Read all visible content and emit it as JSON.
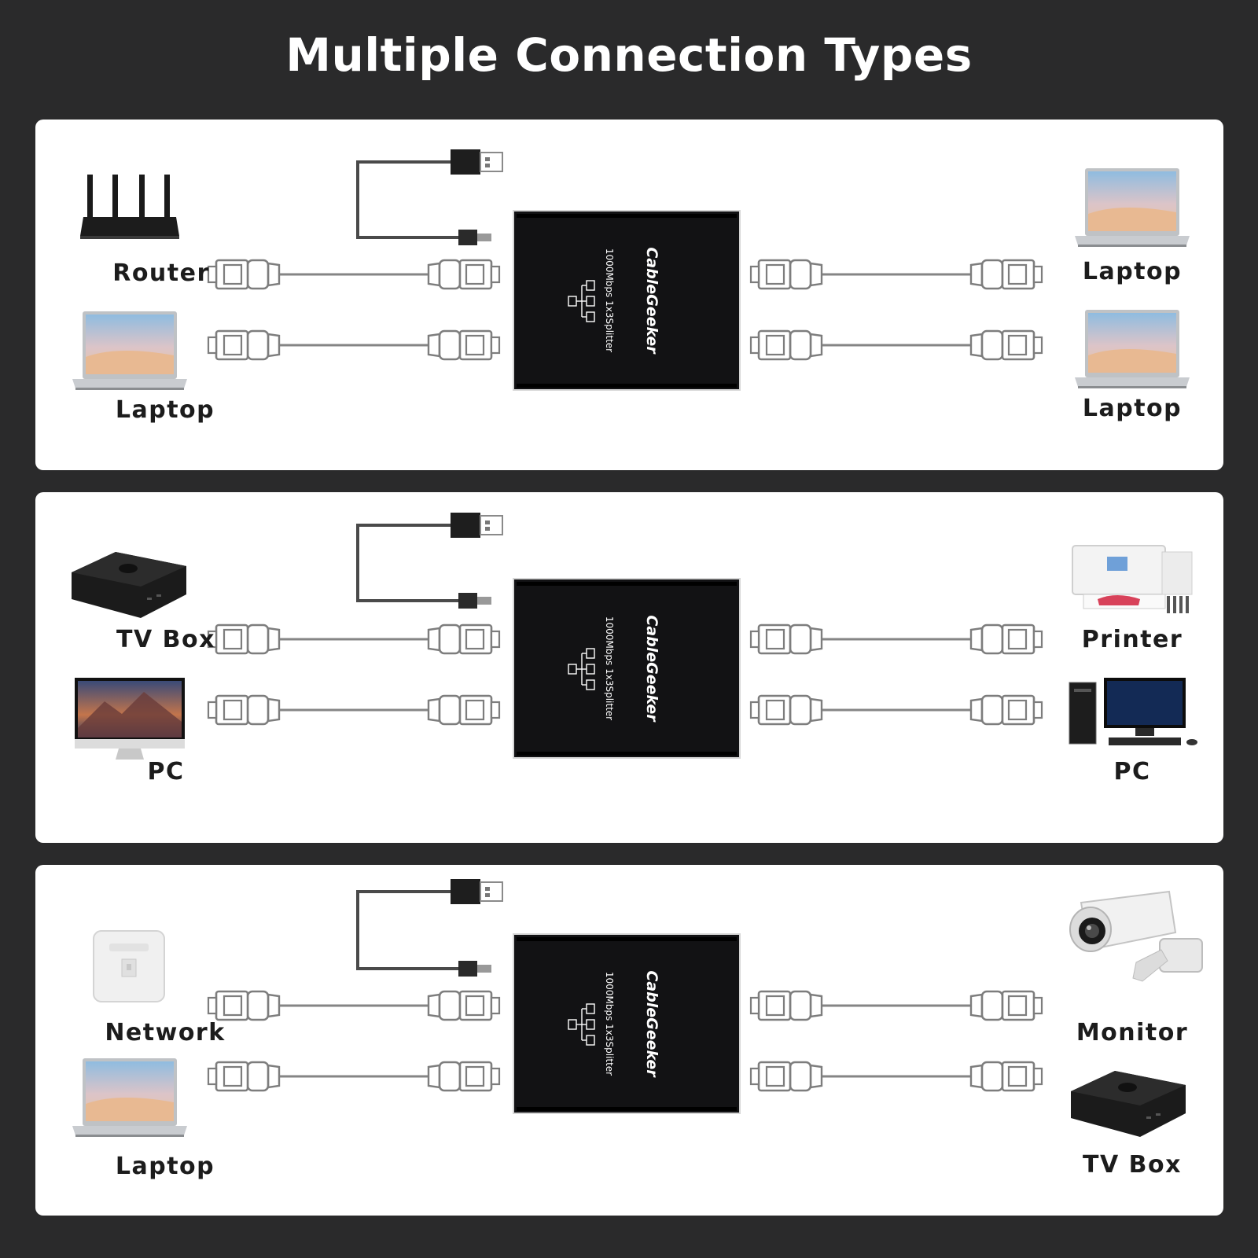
{
  "title": "Multiple Connection Types",
  "splitter": {
    "brand": "CableGeeker",
    "model": "1000Mbps 1x3Splitter"
  },
  "panels": [
    {
      "left": [
        {
          "label": "Router",
          "icon": "router-icon"
        },
        {
          "label": "Laptop",
          "icon": "laptop-icon"
        }
      ],
      "right": [
        {
          "label": "Laptop",
          "icon": "laptop-icon"
        },
        {
          "label": "Laptop",
          "icon": "laptop-icon"
        }
      ]
    },
    {
      "left": [
        {
          "label": "TV Box",
          "icon": "tv-box-icon"
        },
        {
          "label": "PC",
          "icon": "imac-icon"
        }
      ],
      "right": [
        {
          "label": "Printer",
          "icon": "printer-icon"
        },
        {
          "label": "PC",
          "icon": "desktop-pc-icon"
        }
      ]
    },
    {
      "left": [
        {
          "label": "Network",
          "icon": "wall-socket-icon"
        },
        {
          "label": "Laptop",
          "icon": "laptop-icon"
        }
      ],
      "right": [
        {
          "label": "Monitor",
          "icon": "security-camera-icon"
        },
        {
          "label": "TV Box",
          "icon": "tv-box-icon"
        }
      ]
    }
  ]
}
